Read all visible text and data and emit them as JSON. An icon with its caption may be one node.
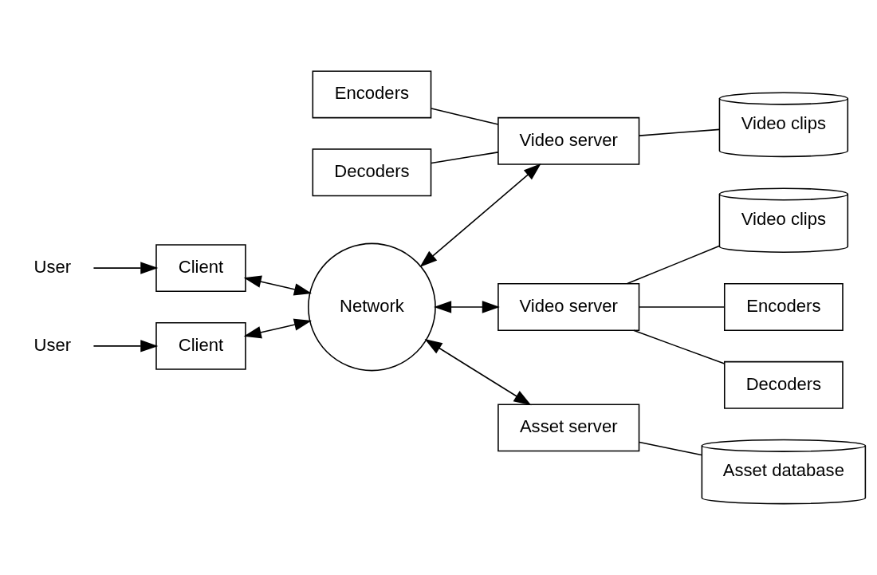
{
  "diagram": {
    "nodes": [
      {
        "text": [
          "User"
        ]
      },
      {
        "text": [
          "Client"
        ]
      },
      {
        "text": [
          "User"
        ]
      },
      {
        "text": [
          "Client"
        ]
      },
      {
        "text": [
          "Network"
        ]
      },
      {
        "text": [
          "Encoders"
        ]
      },
      {
        "text": [
          "Decoders"
        ]
      },
      {
        "text": [
          "Video server"
        ]
      },
      {
        "text": [
          "Video clips"
        ]
      },
      {
        "text": [
          "Video server"
        ]
      },
      {
        "text": [
          "Video clips"
        ]
      },
      {
        "text": [
          "Encoders"
        ]
      },
      {
        "text": [
          "Decoders"
        ]
      },
      {
        "text": [
          "Asset server"
        ]
      },
      {
        "text": [
          "Asset database"
        ]
      }
    ],
    "edges": [
      {
        "from": 0,
        "to": 1,
        "arrow": "to"
      },
      {
        "from": 2,
        "to": 3,
        "arrow": "to"
      },
      {
        "from": 1,
        "to": 4,
        "arrow": "both"
      },
      {
        "from": 3,
        "to": 4,
        "arrow": "both"
      },
      {
        "from": 4,
        "to": 7,
        "arrow": "both"
      },
      {
        "from": 4,
        "to": 9,
        "arrow": "both"
      },
      {
        "from": 4,
        "to": 13,
        "arrow": "both"
      },
      {
        "from": 5,
        "to": 7,
        "arrow": "none"
      },
      {
        "from": 6,
        "to": 7,
        "arrow": "none"
      },
      {
        "from": 7,
        "to": 8,
        "arrow": "none"
      },
      {
        "from": 9,
        "to": 10,
        "arrow": "none"
      },
      {
        "from": 9,
        "to": 11,
        "arrow": "none"
      },
      {
        "from": 9,
        "to": 12,
        "arrow": "none"
      },
      {
        "from": 13,
        "to": 14,
        "arrow": "none"
      }
    ]
  }
}
